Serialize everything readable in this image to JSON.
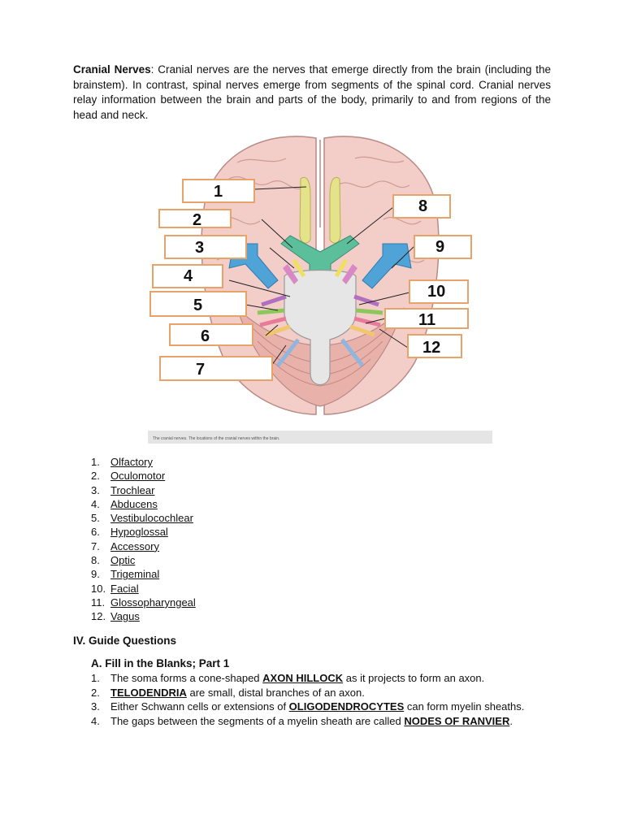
{
  "intro": {
    "term": "Cranial Nerves",
    "text": ": Cranial nerves are the nerves that emerge directly from the brain (including the brainstem). In contrast, spinal nerves emerge from segments of the spinal cord. Cranial nerves relay information between the brain and parts of the body, primarily to and from regions of the head and neck."
  },
  "figure": {
    "caption": "The cranial nerves. The locations of the cranial nerves within the brain.",
    "labels": [
      "1",
      "2",
      "3",
      "4",
      "5",
      "6",
      "7",
      "8",
      "9",
      "10",
      "11",
      "12"
    ]
  },
  "answers": [
    {
      "num": "1.",
      "name": "Olfactory"
    },
    {
      "num": "2.",
      "name": "Oculomotor"
    },
    {
      "num": "3.",
      "name": "Trochlear"
    },
    {
      "num": "4.",
      "name": "Abducens"
    },
    {
      "num": "5.",
      "name": "Vestibulocochlear"
    },
    {
      "num": "6.",
      "name": "Hypoglossal"
    },
    {
      "num": "7.",
      "name": "Accessory"
    },
    {
      "num": "8.",
      "name": "Optic"
    },
    {
      "num": "9.",
      "name": "Trigeminal"
    },
    {
      "num": "10.",
      "name": "Facial"
    },
    {
      "num": "11.",
      "name": "Glossopharyngeal"
    },
    {
      "num": "12.",
      "name": "Vagus"
    }
  ],
  "section_title": "IV. Guide Questions",
  "subsection_title": "A.  Fill in the Blanks; Part 1",
  "questions": [
    {
      "num": "1.",
      "pre": "The soma forms a cone-shaped ",
      "blank": "AXON HILLOCK",
      "post": " as it projects to form an axon."
    },
    {
      "num": "2.",
      "pre": "",
      "blank": "TELODENDRIA",
      "post": " are small, distal branches of an axon."
    },
    {
      "num": "3.",
      "pre": "Either Schwann cells or extensions of ",
      "blank": "OLIGODENDROCYTES",
      "post": " can form myelin sheaths."
    },
    {
      "num": "4.",
      "pre": "The gaps between the segments of a myelin sheath are called ",
      "blank": "NODES OF RANVIER",
      "post": "."
    }
  ]
}
